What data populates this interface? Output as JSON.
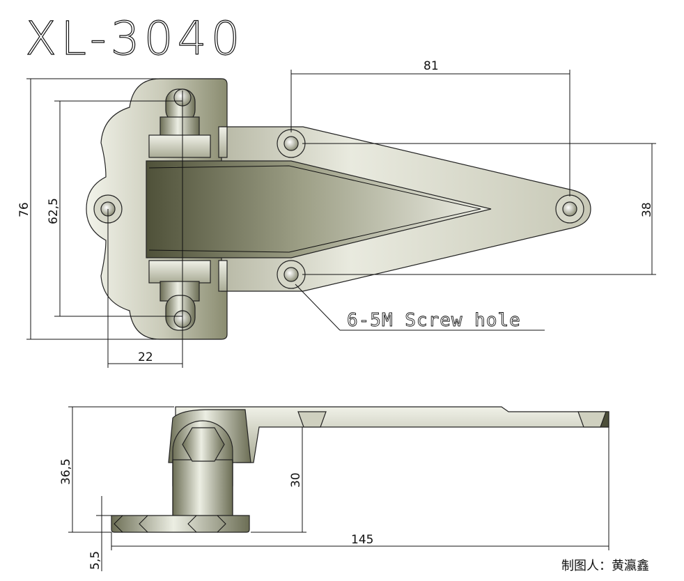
{
  "title": "XL-3040",
  "callout": "6-5M Screw hole",
  "author": "制图人：黄瀛鑫",
  "dimensions": {
    "top_width_81": "81",
    "top_height_76": "76",
    "top_height_62_5": "62,5",
    "top_height_38": "38",
    "top_width_22": "22",
    "side_height_36_5": "36,5",
    "side_height_30": "30",
    "side_thickness_5_5": "5,5",
    "side_length_145": "145"
  },
  "colors": {
    "metal_light": "#e6e7dc",
    "metal_mid": "#b9baa8",
    "metal_dark": "#5f6149",
    "line": "#111111"
  }
}
